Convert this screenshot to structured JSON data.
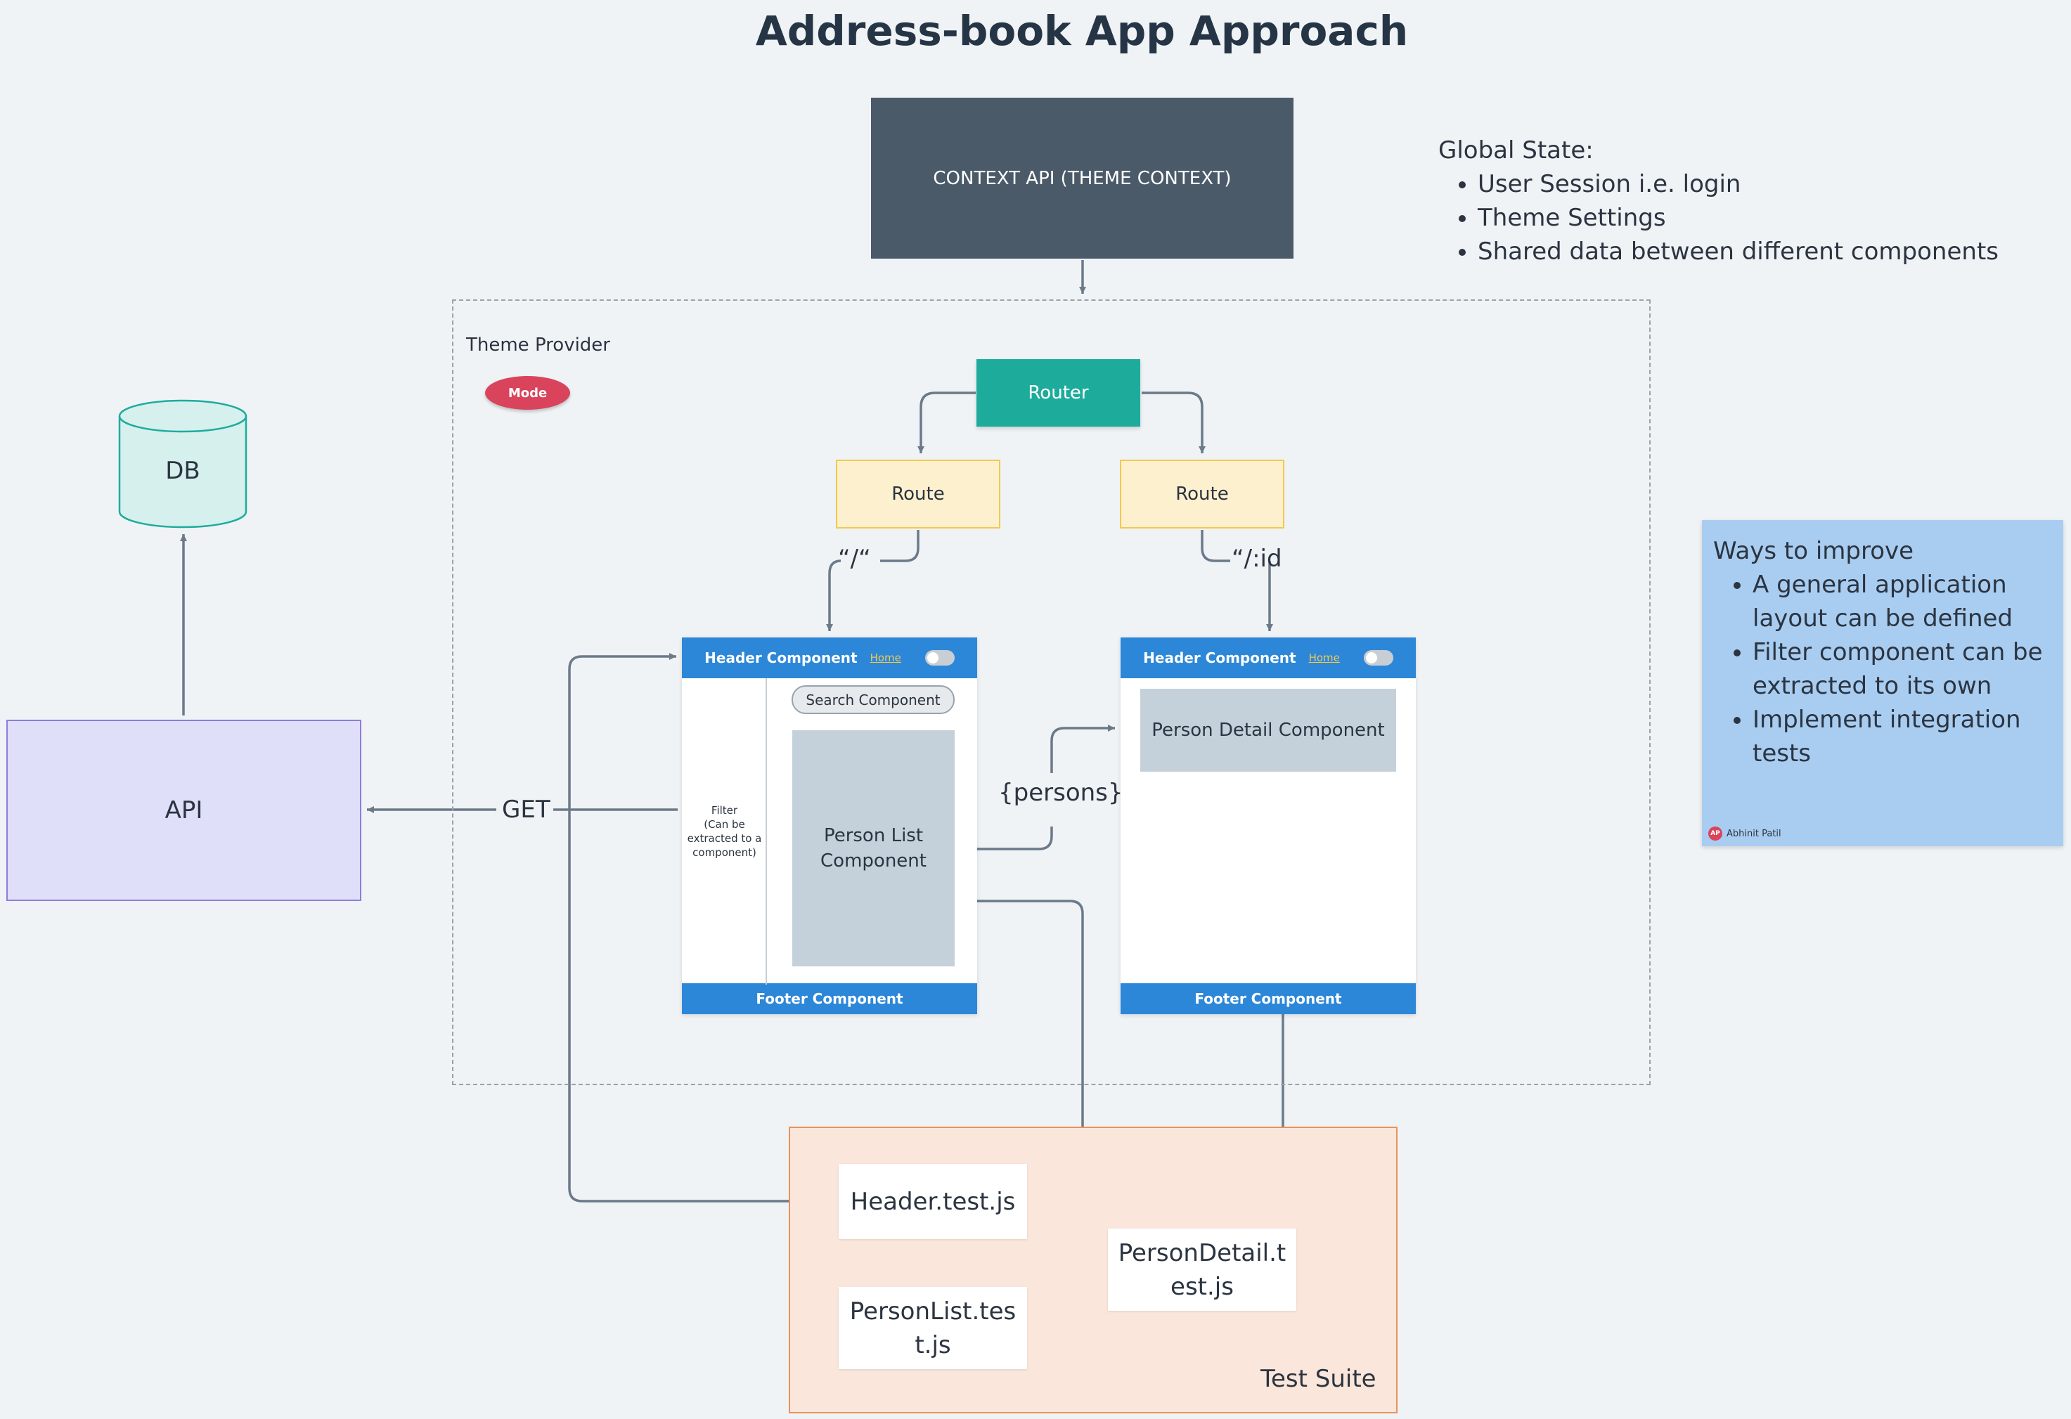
{
  "title": "Address-book App Approach",
  "context_api": {
    "label": "CONTEXT API (THEME CONTEXT)"
  },
  "global_state": {
    "heading": "Global State:",
    "items": [
      "User Session i.e. login",
      "Theme Settings",
      "Shared data between different components"
    ]
  },
  "theme_provider": {
    "label": "Theme Provider",
    "mode_label": "Mode"
  },
  "router": {
    "label": "Router"
  },
  "routes": [
    {
      "label": "Route",
      "path": "“/“"
    },
    {
      "label": "Route",
      "path": "“/:id"
    }
  ],
  "db": {
    "label": "DB"
  },
  "api": {
    "label": "API",
    "method": "GET"
  },
  "list_page": {
    "header": "Header Component",
    "home_link": "Home",
    "filter": "Filter\n(Can be extracted to a component)",
    "search": "Search Component",
    "person_list": "Person List Component",
    "footer": "Footer Component"
  },
  "detail_page": {
    "header": "Header Component",
    "home_link": "Home",
    "person_detail": "Person Detail Component",
    "footer": "Footer Component"
  },
  "persons_label": "{persons}",
  "ways_to_improve": {
    "heading": "Ways to improve",
    "items": [
      "A general application layout can be defined",
      "Filter component can be extracted to its own",
      "Implement integration tests"
    ],
    "author": "Abhinit Patil",
    "author_initials": "AP"
  },
  "test_suite": {
    "label": "Test Suite",
    "tests": [
      "Header.test.js",
      "PersonList.test.js",
      "PersonDetail.test.js"
    ]
  },
  "colors": {
    "background": "#f0f3f6",
    "context": "#4b5a69",
    "router": "#1dac9c",
    "route_fill": "#fdf0cf",
    "route_border": "#f2c94c",
    "header_footer": "#2d87d8",
    "api_fill": "#dfdff9",
    "db_fill": "#d5f0ed",
    "mode": "#d9445c",
    "ways_fill": "#a9cdf1",
    "suite_fill": "#fae6da",
    "connector": "#6b7a89"
  }
}
